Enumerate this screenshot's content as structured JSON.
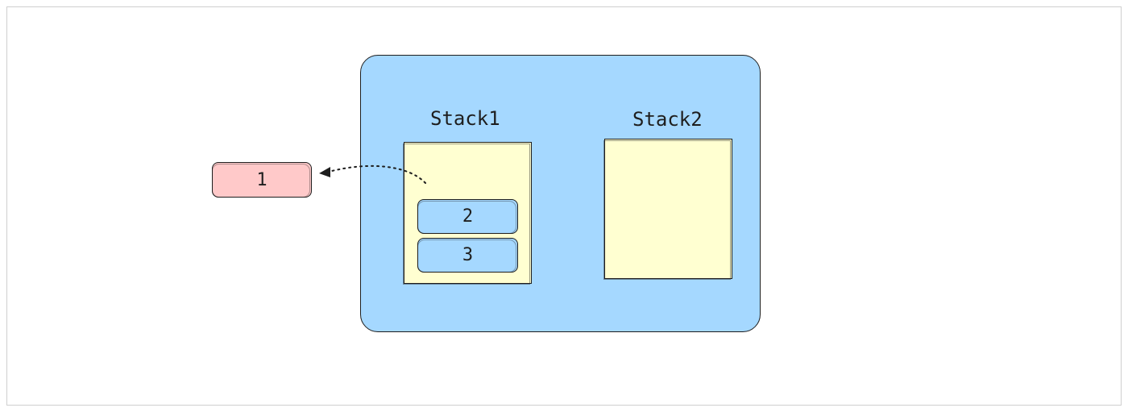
{
  "queue": {
    "stacks": [
      {
        "label": "Stack1",
        "items": [
          "2",
          "3"
        ]
      },
      {
        "label": "Stack2",
        "items": []
      }
    ]
  },
  "popped_item": {
    "label": "1"
  },
  "colors": {
    "container_fill": "#a5d8ff",
    "stack_fill": "#ffffd1",
    "item_fill": "#a5d8ff",
    "popped_fill": "#ffc9c9",
    "stroke": "#1e1e1e"
  }
}
